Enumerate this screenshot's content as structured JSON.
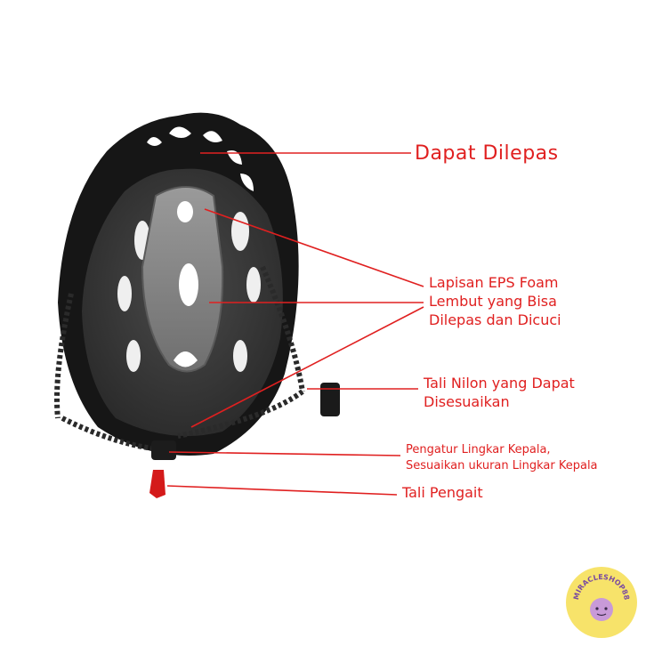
{
  "annotations": [
    {
      "lines": [
        "Dapat Dilepas"
      ]
    },
    {
      "lines": [
        "Lapisan EPS Foam",
        "Lembut yang Bisa",
        "Dilepas dan Dicuci"
      ]
    },
    {
      "lines": [
        "Tali Nilon yang Dapat",
        "Disesuaikan"
      ]
    },
    {
      "lines": [
        "Pengatur Lingkar Kepala,",
        "Sesuaikan ukuran Lingkar Kepala"
      ]
    },
    {
      "lines": [
        "Tali Pengait"
      ]
    }
  ],
  "watermark": {
    "text": "MIRACLESHOP88"
  },
  "colors": {
    "annotation": "#e02020",
    "helmet_shell": "#1a1a1a",
    "helmet_liner": "#3a3a3a",
    "foam_pad": "#8a8a8a",
    "clip": "#d41a1a",
    "badge": "#f7e36a"
  }
}
